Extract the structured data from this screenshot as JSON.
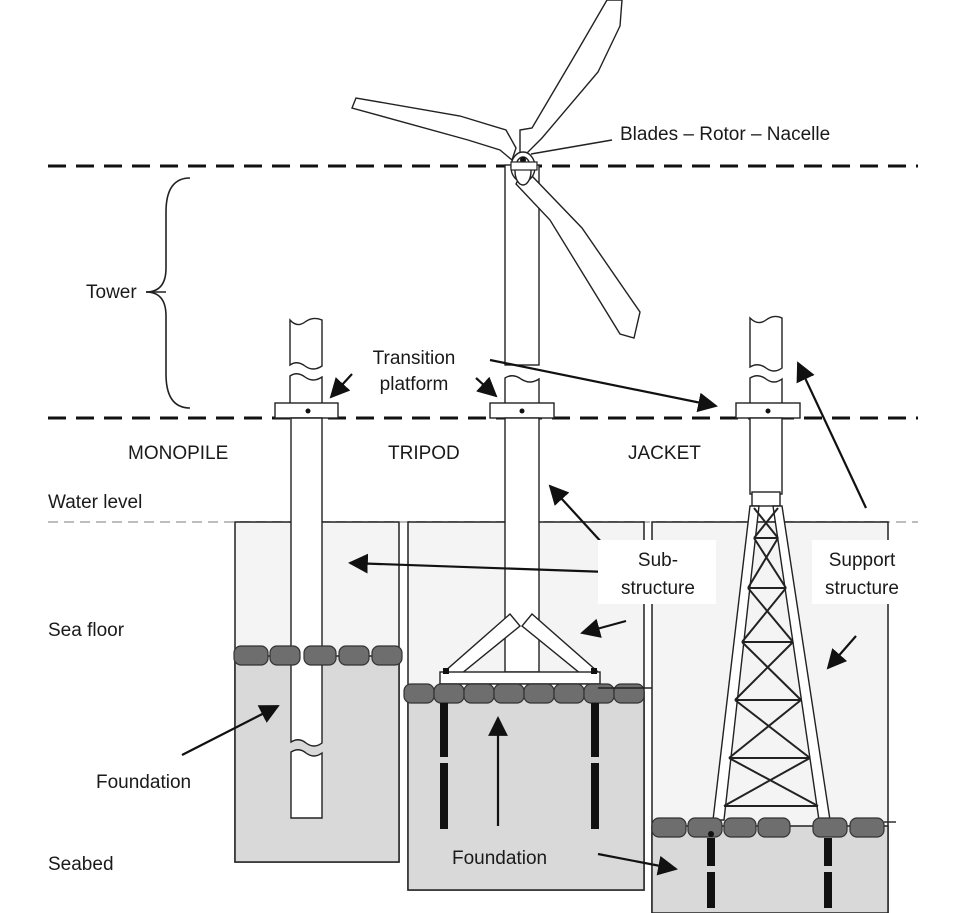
{
  "labels": {
    "blades_rotor_nacelle": "Blades – Rotor – Nacelle",
    "tower": "Tower",
    "transition_platform_line1": "Transition",
    "transition_platform_line2": "platform",
    "monopile": "MONOPILE",
    "tripod": "TRIPOD",
    "jacket": "JACKET",
    "water_level": "Water level",
    "sea_floor": "Sea floor",
    "seabed": "Seabed",
    "substructure_line1": "Sub-",
    "substructure_line2": "structure",
    "support_structure_line1": "Support",
    "support_structure_line2": "structure",
    "foundation_left": "Foundation",
    "foundation_bottom": "Foundation"
  },
  "colors": {
    "water": "#f4f4f4",
    "seabed": "#d9d9d9",
    "stone": "#6e6e6e",
    "line": "#222222",
    "water_line": "#bdbdbd"
  }
}
